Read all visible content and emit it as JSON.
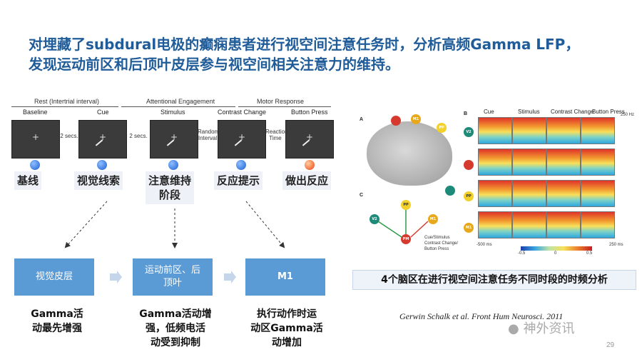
{
  "title": {
    "line1": "对埋藏了subdural电极的癫痫患者进行视空间注意任务时，分析高频Gamma LFP，",
    "line2": "发现运动前区和后顶叶皮层参与视空间相关注意力的维持。"
  },
  "experiment": {
    "phases": [
      "Rest (Intertrial interval)",
      "Attentional Engagement",
      "Motor Response"
    ],
    "steps": [
      "Baseline",
      "Cue",
      "Stimulus",
      "Contrast Change",
      "Button Press"
    ],
    "gaps": [
      "2 secs.",
      "2 secs.",
      "Random Interval",
      "Reaction Time"
    ],
    "stages": [
      "基线",
      "视觉线索",
      "注意维持\n阶段",
      "反应提示",
      "做出反应"
    ]
  },
  "flow": {
    "boxes": [
      "视觉皮层",
      "运动前区、后\n顶叶",
      "M1"
    ],
    "notes": [
      "Gamma活\n动最先增强",
      "Gamma活动增\n强，低频电活\n动受到抑制",
      "执行动作时运\n动区Gamma活\n动增加"
    ]
  },
  "figure": {
    "panel_letters": [
      "A",
      "B",
      "C"
    ],
    "regions": [
      "V2",
      "PP",
      "M1",
      "PM"
    ],
    "column_headers": [
      "Cue",
      "Stimulus",
      "Contrast Change",
      "Button Press"
    ],
    "colorbar_min": "-0.5",
    "colorbar_max": "0.5",
    "colorbar_mid": "0",
    "time_start": "-500 ms",
    "time_end": "250 ms",
    "legend_line1": "Cue/Stimulus",
    "legend_line2": "Contrast Change/",
    "legend_line3": "Button Press",
    "freq_label": "250 Hz"
  },
  "caption": "4个脑区在进行视空间注意任务不同时段的时频分析",
  "citation": "Gerwin Schalk et al. Front Hum Neurosci. 2011",
  "watermark": "神外资讯",
  "page_number": "29",
  "colors": {
    "title": "#1f5c99",
    "box": "#5b9bd5",
    "caption_bg": "#eef3fa"
  }
}
